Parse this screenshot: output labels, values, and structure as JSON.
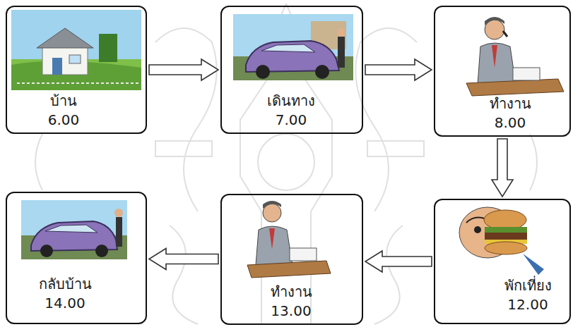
{
  "diagram": {
    "nodes": [
      {
        "text": [
          "บ้าน",
          "6.00"
        ]
      },
      {
        "text": [
          "เดินทาง",
          "7.00"
        ]
      },
      {
        "text": [
          "ทำงาน",
          "8.00"
        ]
      },
      {
        "text": [
          "พักเที่ยง",
          "12.00"
        ]
      },
      {
        "text": [
          "ทำงาน",
          "13.00"
        ]
      },
      {
        "text": [
          "กลับบ้าน",
          "14.00"
        ]
      }
    ],
    "edges": [
      {
        "from": 0,
        "to": 1,
        "arrow": "to"
      },
      {
        "from": 1,
        "to": 2,
        "arrow": "to"
      },
      {
        "from": 2,
        "to": 3,
        "arrow": "to"
      },
      {
        "from": 3,
        "to": 4,
        "arrow": "to"
      },
      {
        "from": 4,
        "to": 5,
        "arrow": "to"
      }
    ]
  }
}
